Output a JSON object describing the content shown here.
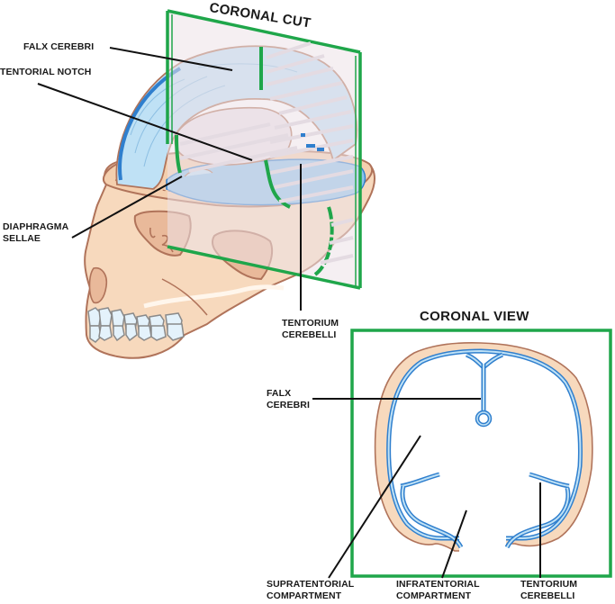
{
  "figure": {
    "titles": {
      "coronal_cut": "CORONAL CUT",
      "coronal_view": "CORONAL VIEW"
    },
    "skull_labels": {
      "falx_cerebri": "FALX CEREBRI",
      "tentorial_notch": "TENTORIAL NOTCH",
      "diaphragma_sellae": "DIAPHRAGMA\nSELLAE",
      "tentorium_cerebelli": "TENTORIUM\nCEREBELLI"
    },
    "coronal_view_labels": {
      "falx_cerebri": "FALX\nCEREBRI",
      "supratentorial_compartment": "SUPRATENTORIAL\nCOMPARTMENT",
      "infratentorial_compartment": "INFRATENTORIAL\nCOMPARTMENT",
      "tentorium_cerebelli": "TENTORIUM\nCEREBELLI"
    },
    "colors": {
      "plane_green": "#1fa64a",
      "plane_fill": "#ece2e8",
      "bone": "#f7d9bd",
      "bone_outline": "#b0735a",
      "dura_blue": "#2f7fce",
      "dura_light": "#bfe1f5",
      "teeth": "#e4f2fb",
      "leader_line": "#111111"
    }
  }
}
